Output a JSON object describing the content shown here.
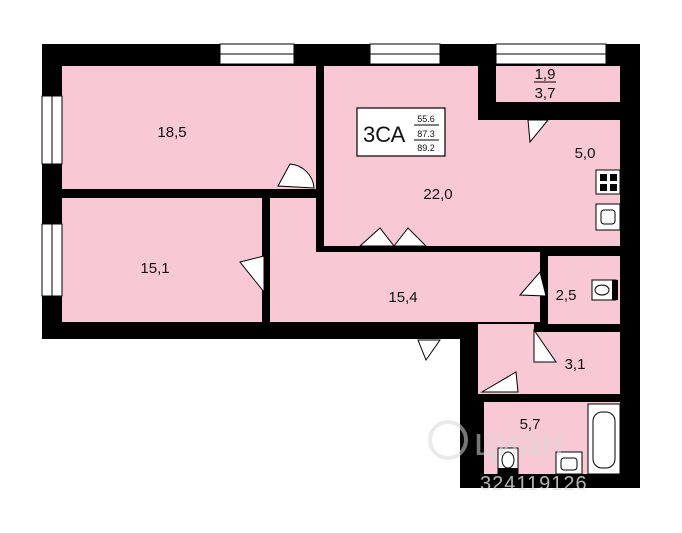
{
  "apartment_type": "3СА",
  "areas": {
    "living": "55.6",
    "total": "87.3",
    "gross": "89.2"
  },
  "rooms": {
    "bedroom_top_left": "18,5",
    "bedroom_bottom_left": "15,1",
    "living_room": "22,0",
    "kitchen": "5,0",
    "hallway": "15,4",
    "loggia_value_1": "1,9",
    "loggia_value_2": "3,7",
    "toilet": "2,5",
    "storage": "3,1",
    "bathroom": "5,7"
  },
  "watermark": {
    "brand": "циан",
    "listing_id": "324119126"
  },
  "colors": {
    "room_fill": "#f8c8d4",
    "wall": "#000000",
    "fixture": "#ffffff"
  }
}
